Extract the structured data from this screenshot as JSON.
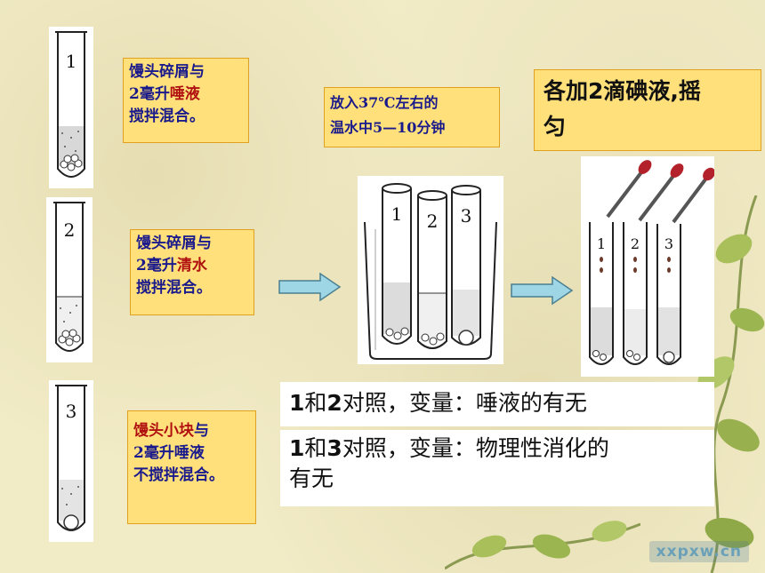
{
  "tubes": [
    {
      "number": "1",
      "text_parts": [
        "馒头碎屑与",
        "2毫升",
        "唾液",
        "搅拌混合。"
      ],
      "highlight_index": 2
    },
    {
      "number": "2",
      "text_parts": [
        "馒头碎屑与",
        "2毫升",
        "清水",
        "搅拌混合。"
      ],
      "highlight_index": 2
    },
    {
      "number": "3",
      "text_parts": [
        "",
        "馒头小块",
        "与",
        "2毫升唾液",
        "不搅拌混合。"
      ]
    }
  ],
  "step_incubate": {
    "line1": "放入37℃左右的",
    "line2": "温水中5—10分钟"
  },
  "step_iodine": {
    "line1": "各加2滴碘液,摇",
    "line2": "匀"
  },
  "beaker_tube_numbers": [
    "1",
    "2",
    "3"
  ],
  "dropper_tube_numbers": [
    "1",
    "2",
    "3"
  ],
  "comparison1": {
    "prefix": "1",
    "mid": "和",
    "num": "2",
    "text": "对照，变量：唾液的有无"
  },
  "comparison2": {
    "prefix": "1",
    "mid": "和",
    "num": "3",
    "text": "对照，变量：物理性消化的",
    "line2": "有无"
  },
  "watermark": "xxpxw.cn",
  "colors": {
    "label_bg": "#ffe07a",
    "label_text": "#1a1a8c",
    "highlight": "#b01010",
    "arrow": "#9fd6e6"
  }
}
